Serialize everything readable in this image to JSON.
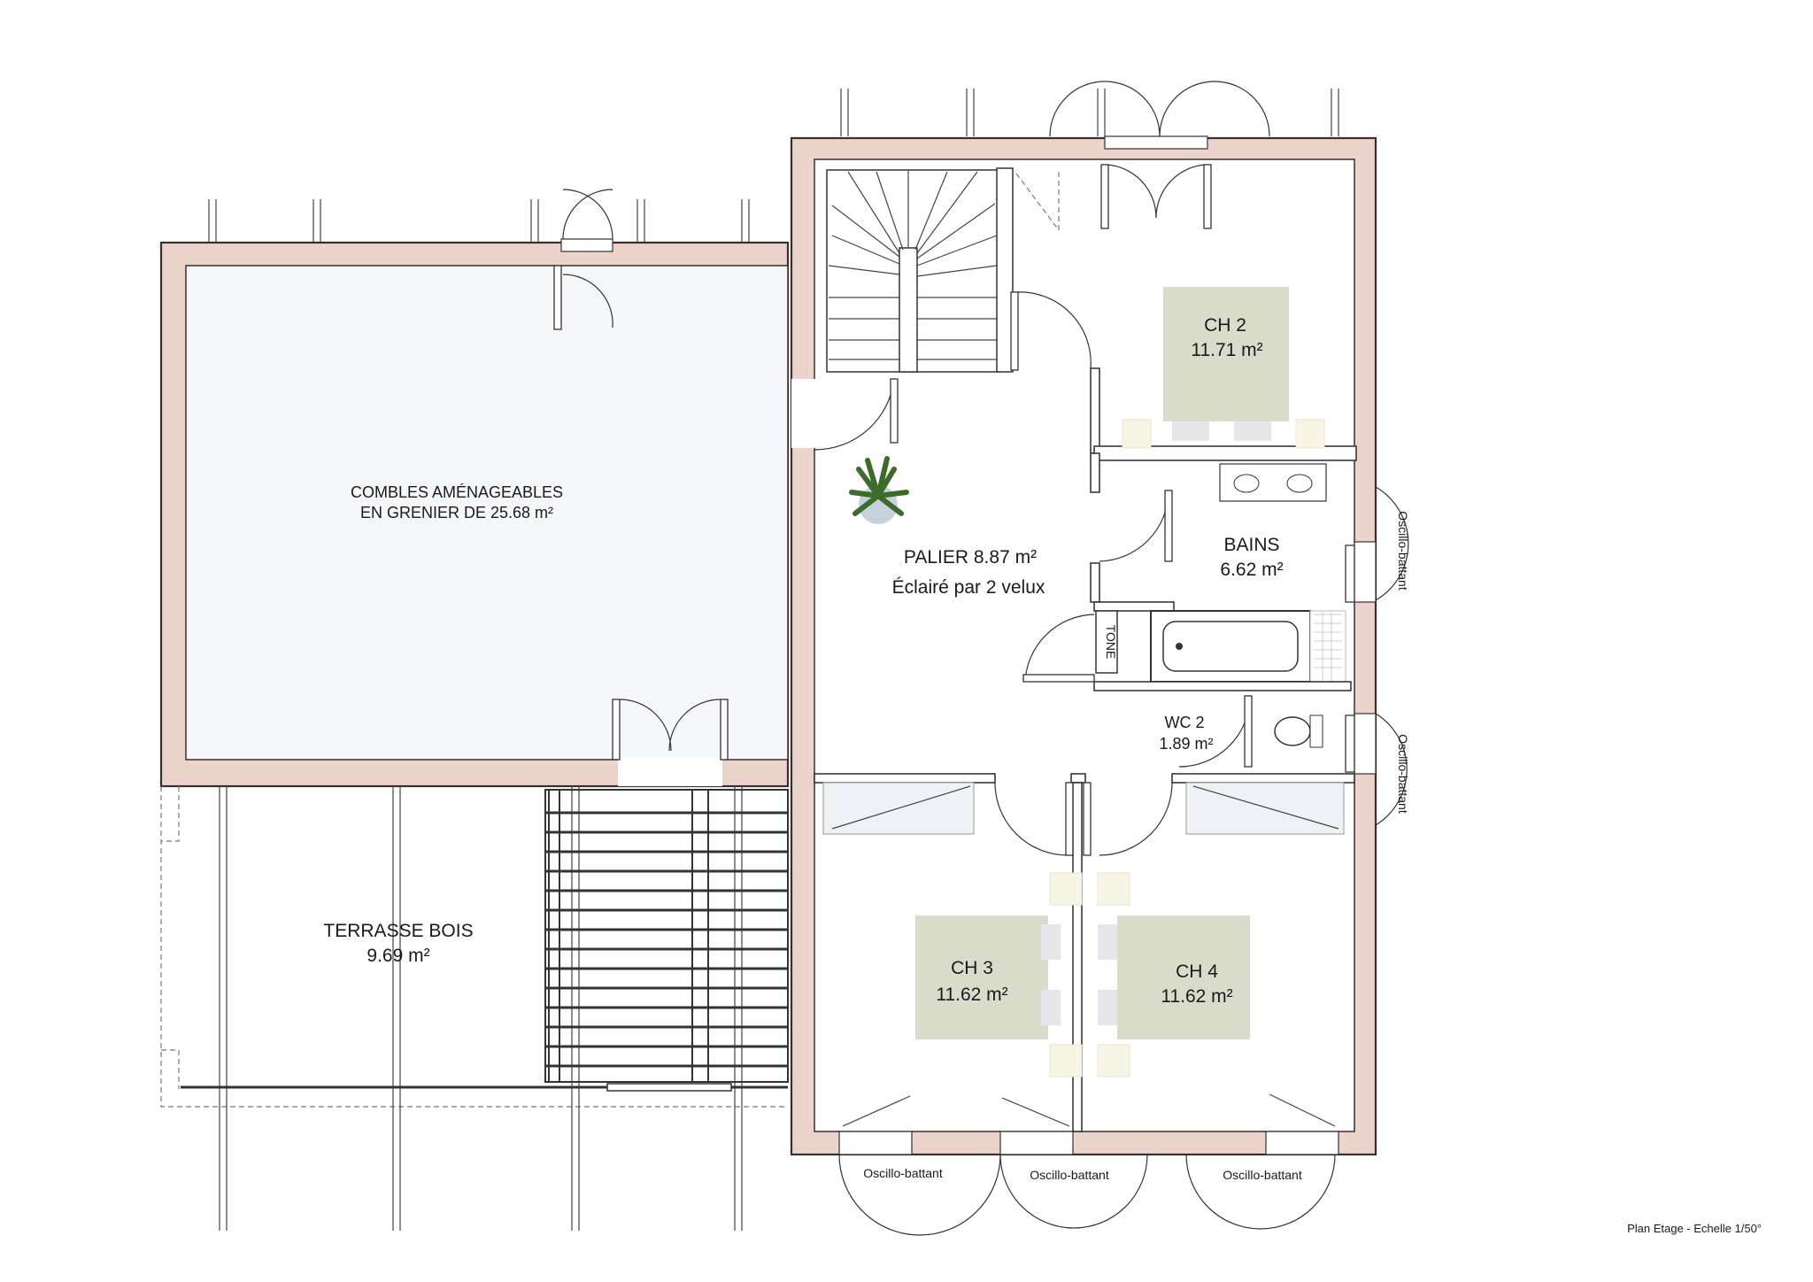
{
  "rooms": {
    "combles": {
      "line1": "COMBLES AMÉNAGEABLES",
      "line2": "EN GRENIER DE 25.68 m²"
    },
    "palier": {
      "line1": "PALIER 8.87 m²",
      "line2": "Éclairé par 2 velux"
    },
    "ch2": {
      "name": "CH 2",
      "area": "11.71 m²"
    },
    "bains": {
      "name": "BAINS",
      "area": "6.62 m²"
    },
    "wc2": {
      "name": "WC 2",
      "area": "1.89 m²"
    },
    "ch3": {
      "name": "CH 3",
      "area": "11.62 m²"
    },
    "ch4": {
      "name": "CH 4",
      "area": "11.62 m²"
    },
    "terrasse": {
      "name": "TERRASSE BOIS",
      "area": "9.69 m²"
    }
  },
  "fixtures": {
    "tone_label": "TONE"
  },
  "windows": {
    "bottom_left": "Oscillo-battant",
    "bottom_mid": "Oscillo-battant",
    "bottom_right": "Oscillo-battant",
    "right_top": "Oscillo-battant",
    "right_bottom": "Oscillo-battant"
  },
  "caption": "Plan Etage - Echelle 1/50°",
  "colors": {
    "wall": "#ecd3cb",
    "bed": "#d9dccb",
    "floor": "#f6f7fb"
  }
}
